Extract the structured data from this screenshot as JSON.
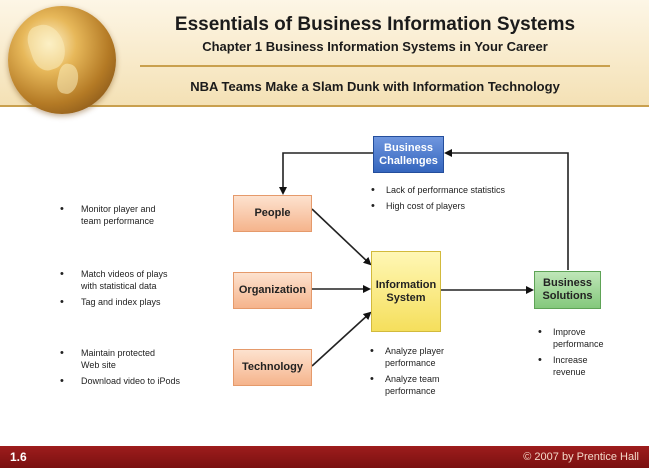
{
  "header": {
    "title": "Essentials of Business Information Systems",
    "subtitle": "Chapter 1 Business Information Systems in Your Career",
    "case_title": "NBA Teams Make a Slam Dunk with Information Technology",
    "icon": "globe-icon"
  },
  "diagram": {
    "boxes": {
      "business_challenges": "Business\nChallenges",
      "people": "People",
      "organization": "Organization",
      "technology": "Technology",
      "information_system": "Information\nSystem",
      "business_solutions": "Business\nSolutions"
    },
    "challenges_bullets": [
      "Lack of performance statistics",
      "High cost of players"
    ],
    "people_bullets": [
      "Monitor player and\nteam performance"
    ],
    "organization_bullets": [
      "Match videos of plays\nwith statistical data",
      "Tag and index plays"
    ],
    "technology_bullets": [
      "Maintain protected\nWeb site",
      "Download video to iPods"
    ],
    "system_bullets": [
      "Analyze player\nperformance",
      "Analyze team\nperformance"
    ],
    "solutions_bullets": [
      "Improve\nperformance",
      "Increase\nrevenue"
    ],
    "colors": {
      "people_box": "#f5b48c",
      "challenges_box": "#3566be",
      "system_box": "#f5df5c",
      "solutions_box": "#84c87c"
    }
  },
  "footer": {
    "slide_number": "1.6",
    "copyright": "© 2007 by Prentice Hall",
    "color": "#8a1414"
  }
}
